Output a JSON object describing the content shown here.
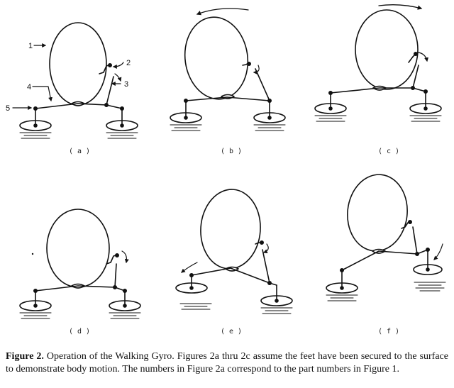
{
  "panels": [
    {
      "label": "( a )",
      "annotations": [
        {
          "number": "1"
        },
        {
          "number": "2"
        },
        {
          "number": "3"
        },
        {
          "number": "4"
        },
        {
          "number": "5"
        }
      ]
    },
    {
      "label": "( b )",
      "annotations": []
    },
    {
      "label": "( c )",
      "annotations": []
    },
    {
      "label": "( d )",
      "annotations": []
    },
    {
      "label": "( e )",
      "annotations": []
    },
    {
      "label": "( f )",
      "annotations": []
    }
  ],
  "caption": {
    "lead": "Figure 2.",
    "text": " Operation of the Walking Gyro. Figures 2a thru 2c assume the feet have been secured to the surface to demonstrate body motion. The numbers in Figure 2a correspond to the part numbers in Figure 1."
  }
}
